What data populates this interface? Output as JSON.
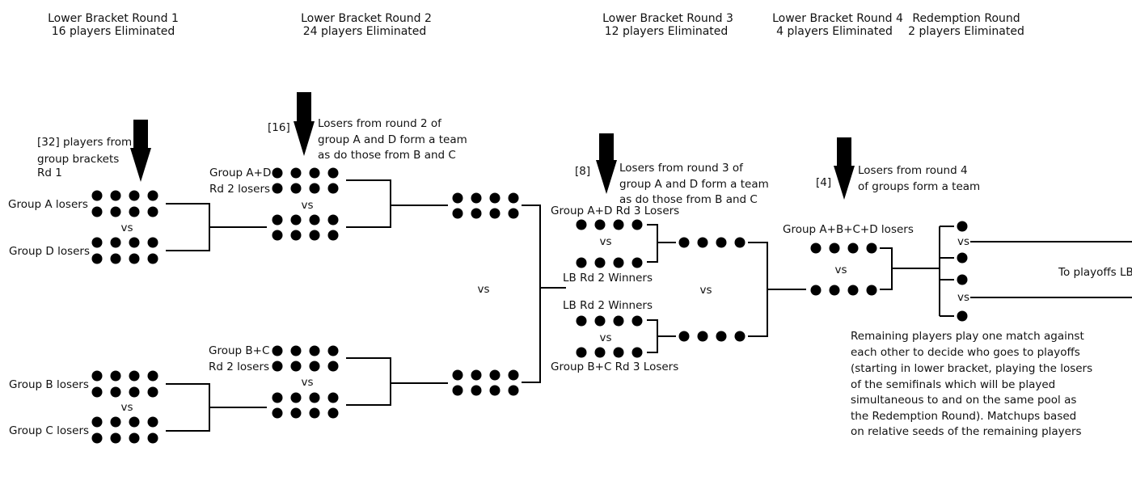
{
  "headers": [
    {
      "title": "Lower Bracket Round 1",
      "subtitle": "16 players Eliminated"
    },
    {
      "title": "Lower Bracket Round 2",
      "subtitle": "24 players Eliminated"
    },
    {
      "title": "Lower Bracket Round 3",
      "subtitle": "12 players Eliminated"
    },
    {
      "title": "Lower Bracket Round 4",
      "subtitle": "4 players Eliminated"
    },
    {
      "title": "Redemption Round",
      "subtitle": "2 players Eliminated"
    }
  ],
  "entries": [
    {
      "count": "[32]",
      "text": [
        "players from",
        "group brackets",
        "Rd 1"
      ]
    },
    {
      "count": "[16]",
      "text": [
        "Losers from round 2 of",
        "group A and D form a team",
        "as do those from B and C"
      ]
    },
    {
      "count": "[8]",
      "text": [
        "Losers from round 3 of",
        "group A and D form a team",
        "as do those from B and C"
      ]
    },
    {
      "count": "[4]",
      "text": [
        "Losers from round 4",
        "of groups form a team"
      ]
    }
  ],
  "labels": {
    "group_a": "Group A losers",
    "group_d": "Group D losers",
    "group_b": "Group B losers",
    "group_c": "Group C losers",
    "ad_rd2": [
      "Group A+D",
      "Rd 2 losers"
    ],
    "bc_rd2": [
      "Group B+C",
      "Rd 2 losers"
    ],
    "ad_rd3": "Group A+D Rd 3 Losers",
    "lb_rd2_winners_1": "LB Rd 2 Winners",
    "lb_rd2_winners_2": "LB Rd 2 Winners",
    "bc_rd3": "Group B+C Rd 3 Losers",
    "abcd": "Group A+B+C+D losers",
    "vs": "vs",
    "to_playoffs": "To playoffs LB"
  },
  "description": [
    "Remaining players play one match against",
    "each other to decide who goes to playoffs",
    "(starting in lower bracket, playing the losers",
    "of the semifinals which will be played",
    "simultaneous to and on the same pool as",
    "the Redemption Round). Matchups based",
    "on relative seeds of the remaining players"
  ]
}
